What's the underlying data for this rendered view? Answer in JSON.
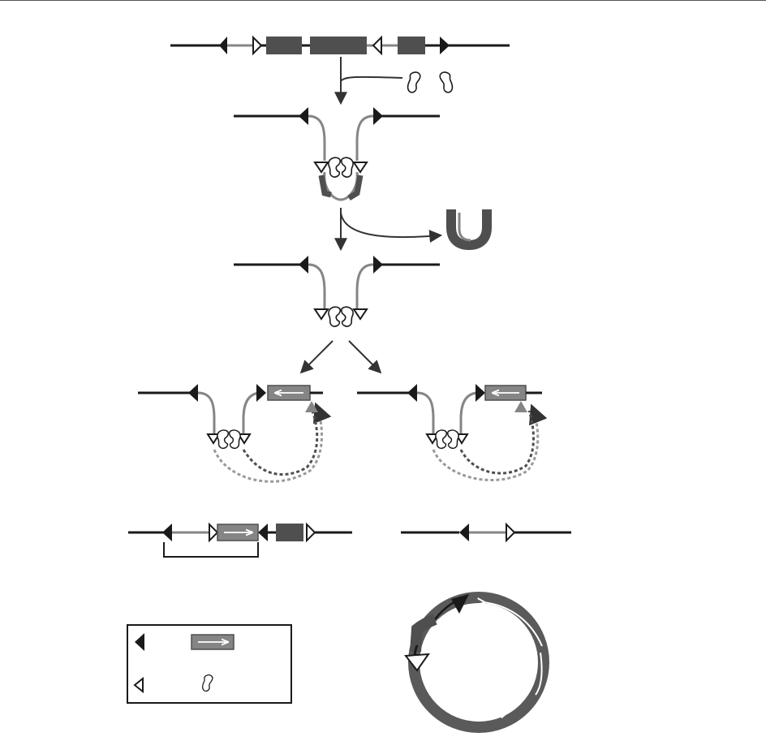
{
  "colors": {
    "black": "#1a1a1a",
    "dark_gray": "#4f4f4f",
    "mid_gray": "#858585",
    "light_gray": "#9a9a9a",
    "white": "#ffffff"
  },
  "icons": {
    "filled_site": "filled-triangle-icon",
    "open_site": "open-triangle-icon",
    "recombinase": "bean-icon",
    "cassette": "arrow-box-icon"
  },
  "stages": [
    "initial-construct",
    "recombinase-binding",
    "excision",
    "synapsis",
    "integration-pathways",
    "products",
    "legend",
    "circular-donor"
  ]
}
